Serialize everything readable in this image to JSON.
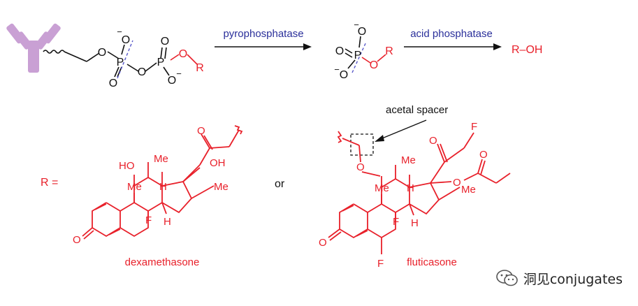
{
  "scheme": {
    "enzyme_1": "pyrophosphatase",
    "enzyme_2": "acid phosphatase",
    "product": "R–OH",
    "r_equals": "R =",
    "or": "or",
    "spacer_label": "acetal spacer",
    "dexamethasone": "dexamethasone",
    "fluticasone": "fluticasone",
    "atoms": {
      "O": "O",
      "P": "P",
      "R": "R",
      "minus": "−",
      "HO": "HO",
      "OH": "OH",
      "Me": "Me",
      "H": "H",
      "F": "F"
    }
  },
  "watermark": {
    "text": "洞见conjugates",
    "icon": "wechat-logo-icon"
  },
  "colors": {
    "red": "#e8202a",
    "blue": "#2a2f9a",
    "antibody": "#c9a0d4",
    "black": "#111111"
  }
}
